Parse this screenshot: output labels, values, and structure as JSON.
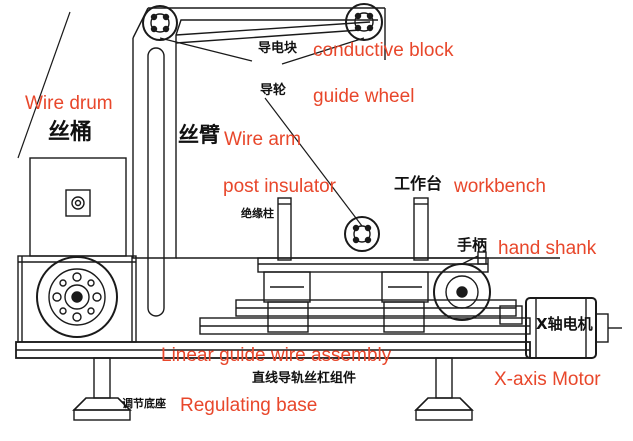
{
  "colors": {
    "line": "#1a1a1a",
    "label_en": "#e8472b",
    "label_cn": "#111111",
    "background": "#ffffff"
  },
  "labels_en": {
    "conductive_block": "conductive block",
    "guide_wheel": "guide wheel",
    "wire_drum": "Wire drum",
    "wire_arm": "Wire arm",
    "post_insulator": "post insulator",
    "workbench": "workbench",
    "hand_shank": "hand shank",
    "linear_guide": "Linear guide wire assembly",
    "x_axis_motor": "X-axis Motor",
    "regulating_base": "Regulating base"
  },
  "labels_cn": {
    "conductive_block": "导电块",
    "guide_wheel": "导轮",
    "wire_drum": "丝桶",
    "wire_arm": "丝臂",
    "post_insulator": "绝缘柱",
    "workbench": "工作台",
    "hand_shank": "手柄",
    "x_axis_motor": "X轴电机",
    "linear_guide": "直线导轨丝杠组件",
    "regulating_base": "调节底座"
  }
}
